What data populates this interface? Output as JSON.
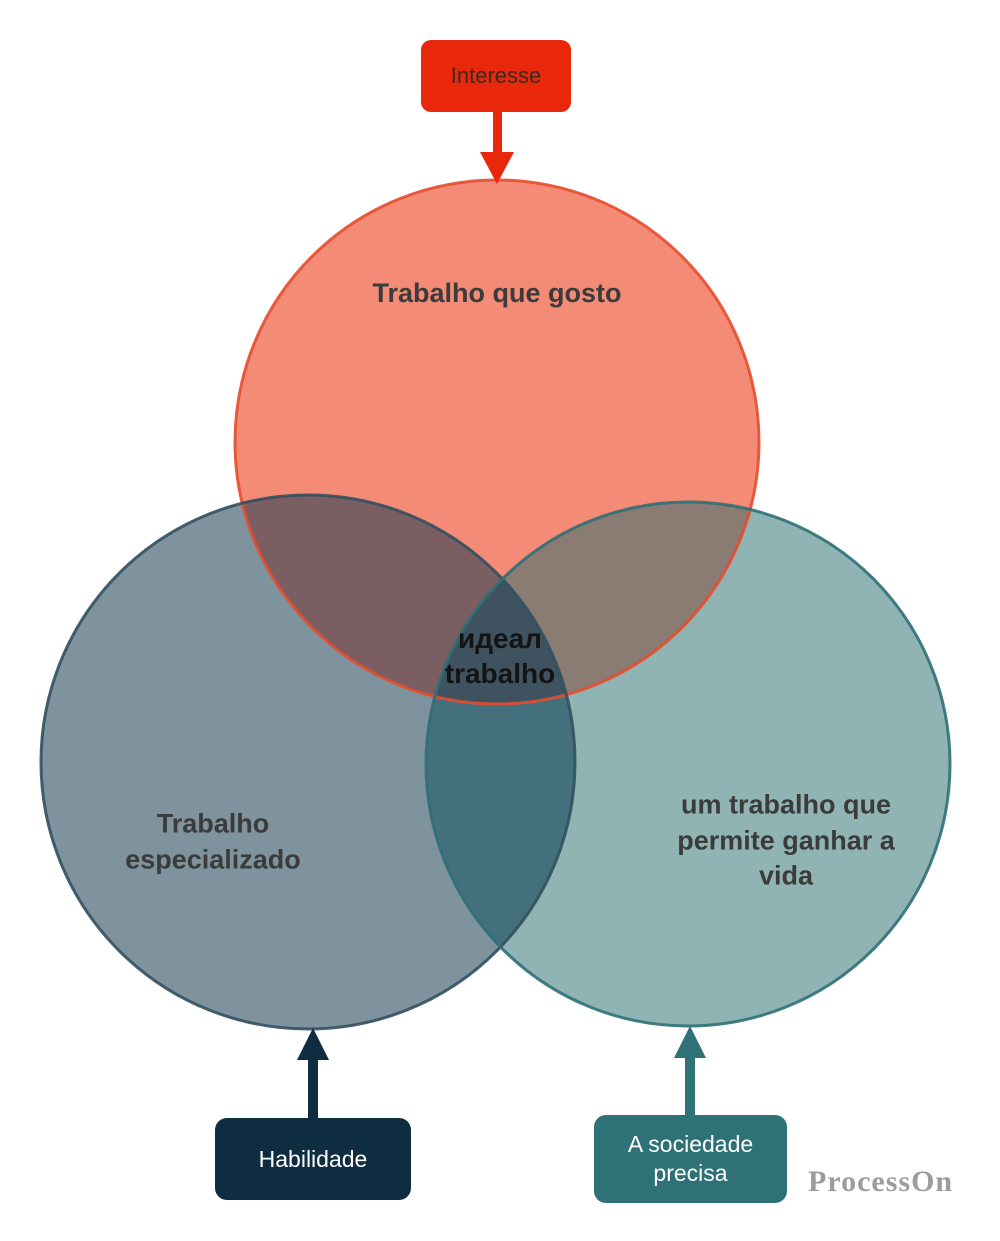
{
  "diagram": {
    "circles": {
      "top": {
        "label": "Trabalho que gosto",
        "fill": "#F48B77",
        "stroke": "#E64C2E"
      },
      "left": {
        "label": "Trabalho especializado",
        "fill": "#7E939E",
        "stroke": "#32505F"
      },
      "right": {
        "label": "um trabalho que permite ganhar a vida",
        "fill": "#90B4B3",
        "stroke": "#2E7077"
      }
    },
    "overlaps": {
      "top_left": "#7B5E61",
      "top_right": "#8A7B73",
      "left_right": "#44707E",
      "center_fill": "#3F5260",
      "center_label": "идеал\ntrabalho"
    },
    "callouts": {
      "interesse": {
        "label": "Interesse",
        "bg": "#E8270B",
        "text_color": "#3F2A20",
        "arrow_color": "#E8270B"
      },
      "habilidade": {
        "label": "Habilidade",
        "bg": "#0E2D40",
        "text_color": "#FFFFFF",
        "arrow_color": "#0E2D40"
      },
      "sociedade": {
        "label": "A sociedade precisa",
        "bg": "#2E7177",
        "text_color": "#FFFFFF",
        "arrow_color": "#2E7177"
      }
    },
    "watermark": "ProcessOn"
  }
}
